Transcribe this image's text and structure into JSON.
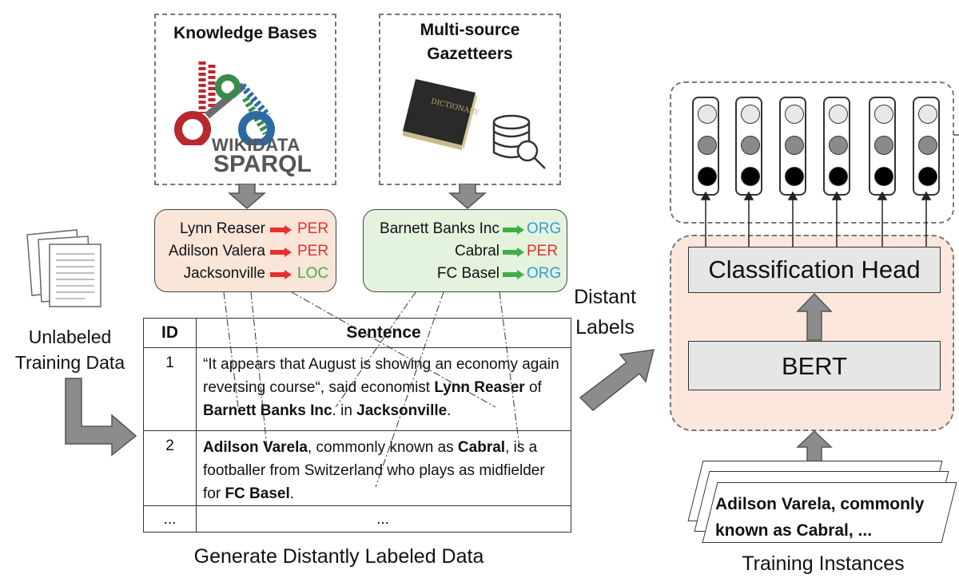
{
  "knowledge_bases": {
    "title": "Knowledge Bases",
    "logo_text_1": "WIKIDATA",
    "logo_text_2": "SPARQL",
    "entities": [
      {
        "name": "Lynn Reaser",
        "label": "PER"
      },
      {
        "name": "Adilson Valera",
        "label": "PER"
      },
      {
        "name": "Jacksonville",
        "label": "LOC"
      }
    ]
  },
  "gazetteers": {
    "title_line1": "Multi-source",
    "title_line2": "Gazetteers",
    "book_text": "DICTIONARY",
    "entities": [
      {
        "name": "Barnett Banks Inc",
        "label": "ORG"
      },
      {
        "name": "Cabral",
        "label": "PER"
      },
      {
        "name": "FC Basel",
        "label": "ORG"
      }
    ]
  },
  "unlabeled": {
    "line1": "Unlabeled",
    "line2": "Training Data"
  },
  "table": {
    "headers": {
      "id": "ID",
      "sentence": "Sentence"
    },
    "rows": [
      {
        "id": "1",
        "segments": [
          {
            "t": "“It appears that August is showing an economy again reversing course“, said economist ",
            "b": false
          },
          {
            "t": "Lynn Reaser",
            "b": true
          },
          {
            "t": " of ",
            "b": false
          },
          {
            "t": "Barnett Banks Inc",
            "b": true
          },
          {
            "t": ". in ",
            "b": false
          },
          {
            "t": "Jacksonville",
            "b": true
          },
          {
            "t": ".",
            "b": false
          }
        ]
      },
      {
        "id": "2",
        "segments": [
          {
            "t": "Adilson Varela",
            "b": true
          },
          {
            "t": ", commonly known as ",
            "b": false
          },
          {
            "t": "Cabral",
            "b": true
          },
          {
            "t": ", is a footballer from Switzerland who plays as midfielder for ",
            "b": false
          },
          {
            "t": "FC Basel",
            "b": true
          },
          {
            "t": ".",
            "b": false
          }
        ]
      },
      {
        "id": "...",
        "segments": [
          {
            "t": "...",
            "b": false
          }
        ]
      }
    ]
  },
  "caption_left": "Generate Distantly Labeled Data",
  "distant_labels": {
    "line1": "Distant",
    "line2": "Labels"
  },
  "model": {
    "classification_head": "Classification Head",
    "bert": "BERT"
  },
  "training_instance": {
    "line1": "Adilson Varela, commonly",
    "line2": "known as Cabral, ..."
  },
  "caption_right": "Training Instances",
  "colors": {
    "per": "#e8312f",
    "loc": "#3fae49",
    "org": "#3a9ad9",
    "kb_fill": "#fae5d9",
    "gaz_fill": "#e4f3de",
    "model_fill": "#fbe7dc",
    "arrow_gray": "#8c8c8c"
  }
}
